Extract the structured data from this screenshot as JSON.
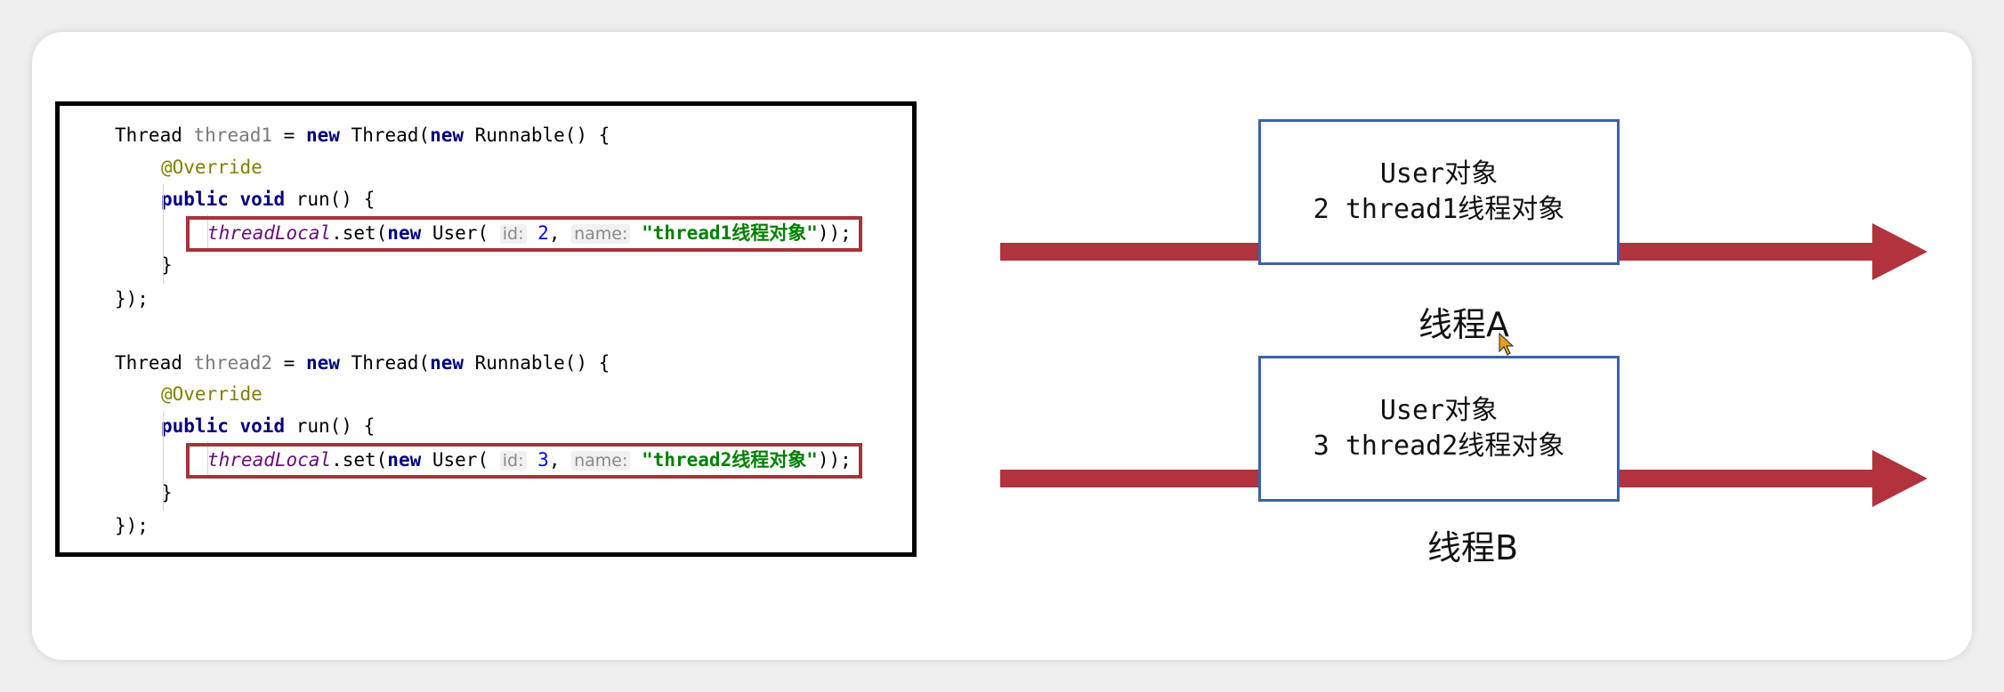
{
  "code": {
    "thread1": {
      "decl_type": "Thread",
      "var_name": "thread1",
      "eq_new": " = ",
      "kw_new": "new",
      "ctor": " Thread(",
      "kw_new2": "new",
      "runnable": " Runnable() {",
      "override": "@Override",
      "kw_public": "public",
      "kw_void": "void",
      "run_sig": " run() {",
      "field": "threadLocal",
      "set_call": ".set(",
      "kw_new3": "new",
      "user_ctor": " User( ",
      "hint_id": "id:",
      "id_value": "2",
      "comma": ", ",
      "hint_name": "name:",
      "name_value": "\"thread1线程对象\"",
      "close_call": "));",
      "close_run": "}",
      "close_all": "});"
    },
    "thread2": {
      "decl_type": "Thread",
      "var_name": "thread2",
      "eq_new": " = ",
      "kw_new": "new",
      "ctor": " Thread(",
      "kw_new2": "new",
      "runnable": " Runnable() {",
      "override": "@Override",
      "kw_public": "public",
      "kw_void": "void",
      "run_sig": " run() {",
      "field": "threadLocal",
      "set_call": ".set(",
      "kw_new3": "new",
      "user_ctor": " User( ",
      "hint_id": "id:",
      "id_value": "3",
      "comma": ", ",
      "hint_name": "name:",
      "name_value": "\"thread2线程对象\"",
      "close_call": "));",
      "close_run": "}",
      "close_all": "});"
    }
  },
  "diagram": {
    "thread_a": {
      "box_line1": "User对象",
      "box_line2": "2 thread1线程对象",
      "label": "线程A"
    },
    "thread_b": {
      "box_line1": "User对象",
      "box_line2": "3 thread2线程对象",
      "label": "线程B"
    }
  },
  "colors": {
    "arrow": "#b0333d",
    "box_border": "#3b62a6",
    "highlight": "#a8323a"
  },
  "icons": {
    "cursor": "mouse-pointer-icon"
  }
}
